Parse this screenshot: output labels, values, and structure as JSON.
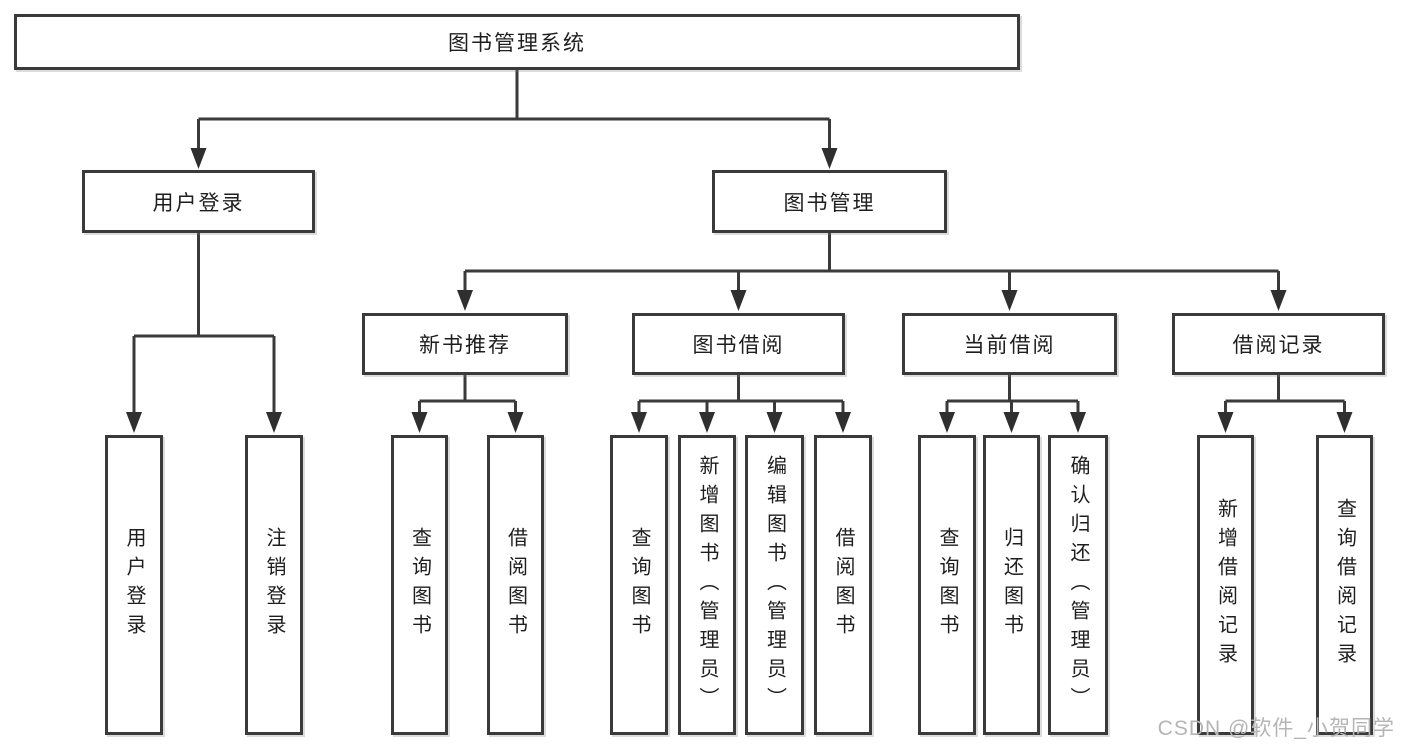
{
  "diagram": {
    "root": {
      "label": "图书管理系统"
    },
    "branches": [
      {
        "label": "用户登录",
        "children": [
          {
            "label": "用户登录"
          },
          {
            "label": "注销登录"
          }
        ]
      },
      {
        "label": "图书管理",
        "groups": [
          {
            "label": "新书推荐",
            "children": [
              {
                "label": "查询图书"
              },
              {
                "label": "借阅图书"
              }
            ]
          },
          {
            "label": "图书借阅",
            "children": [
              {
                "label": "查询图书"
              },
              {
                "label": "新增图书（管理员）"
              },
              {
                "label": "编辑图书（管理员）"
              },
              {
                "label": "借阅图书"
              }
            ]
          },
          {
            "label": "当前借阅",
            "children": [
              {
                "label": "查询图书"
              },
              {
                "label": "归还图书"
              },
              {
                "label": "确认归还（管理员）"
              }
            ]
          },
          {
            "label": "借阅记录",
            "children": [
              {
                "label": "新增借阅记录"
              },
              {
                "label": "查询借阅记录"
              }
            ]
          }
        ]
      }
    ]
  },
  "watermark": {
    "text": "CSDN @软件_小贺同学"
  },
  "colors": {
    "line": "#3a3a3a",
    "border": "#3a3a3a",
    "text": "#1e1e1e",
    "watermark": "#b5b5b5",
    "background": "#ffffff"
  }
}
